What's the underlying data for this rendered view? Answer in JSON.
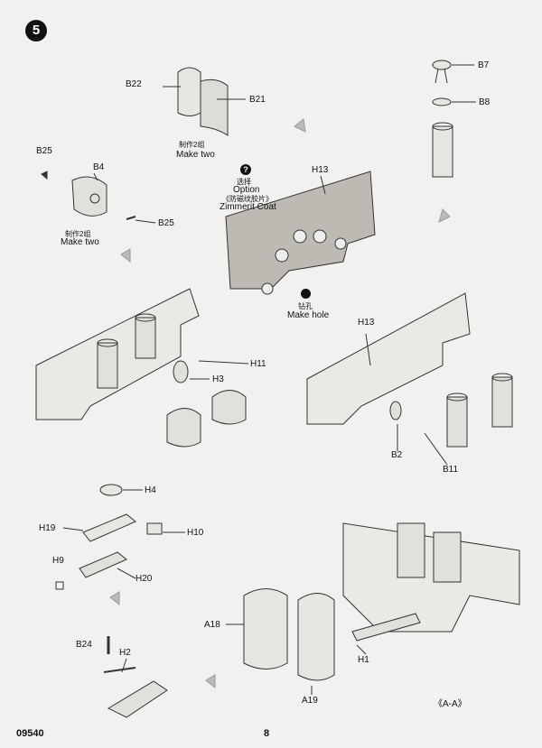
{
  "step": {
    "number": "5"
  },
  "footer": {
    "kit_number": "09540",
    "page_number": "8",
    "view_ref": "《A-A》"
  },
  "labels": {
    "B22": "B22",
    "B21": "B21",
    "B7": "B7",
    "B8": "B8",
    "B25a": "B25",
    "B4": "B4",
    "B25b": "B25",
    "H13a": "H13",
    "H11": "H11",
    "H3": "H3",
    "H13b": "H13",
    "B2": "B2",
    "B11": "B11",
    "H4": "H4",
    "H19": "H19",
    "H10": "H10",
    "H9": "H9",
    "H20": "H20",
    "B24": "B24",
    "H2": "H2",
    "A18": "A18",
    "A19": "A19",
    "H1": "H1"
  },
  "notes": {
    "make_two_1_cn": "制作2组",
    "make_two_1_en": "Make two",
    "make_two_2_cn": "制作2组",
    "make_two_2_en": "Make two",
    "option_cn": "选择",
    "option_en": "Option",
    "zimmerit_cn": "《防磁纹胶片》",
    "zimmerit_en": "Zimmerit Coat",
    "hole_cn": "钻孔",
    "hole_en": "Make hole"
  },
  "icons": {
    "option": "question-icon",
    "hole": "drill-icon",
    "arrows": "down-arrow-icon"
  }
}
